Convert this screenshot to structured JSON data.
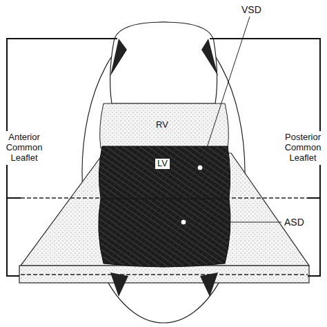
{
  "diagram": {
    "labels": [
      "VSD",
      "Anterior Common Leaflet",
      "RV",
      "Posterior Common Leaflet",
      "LV",
      "ASD"
    ]
  }
}
